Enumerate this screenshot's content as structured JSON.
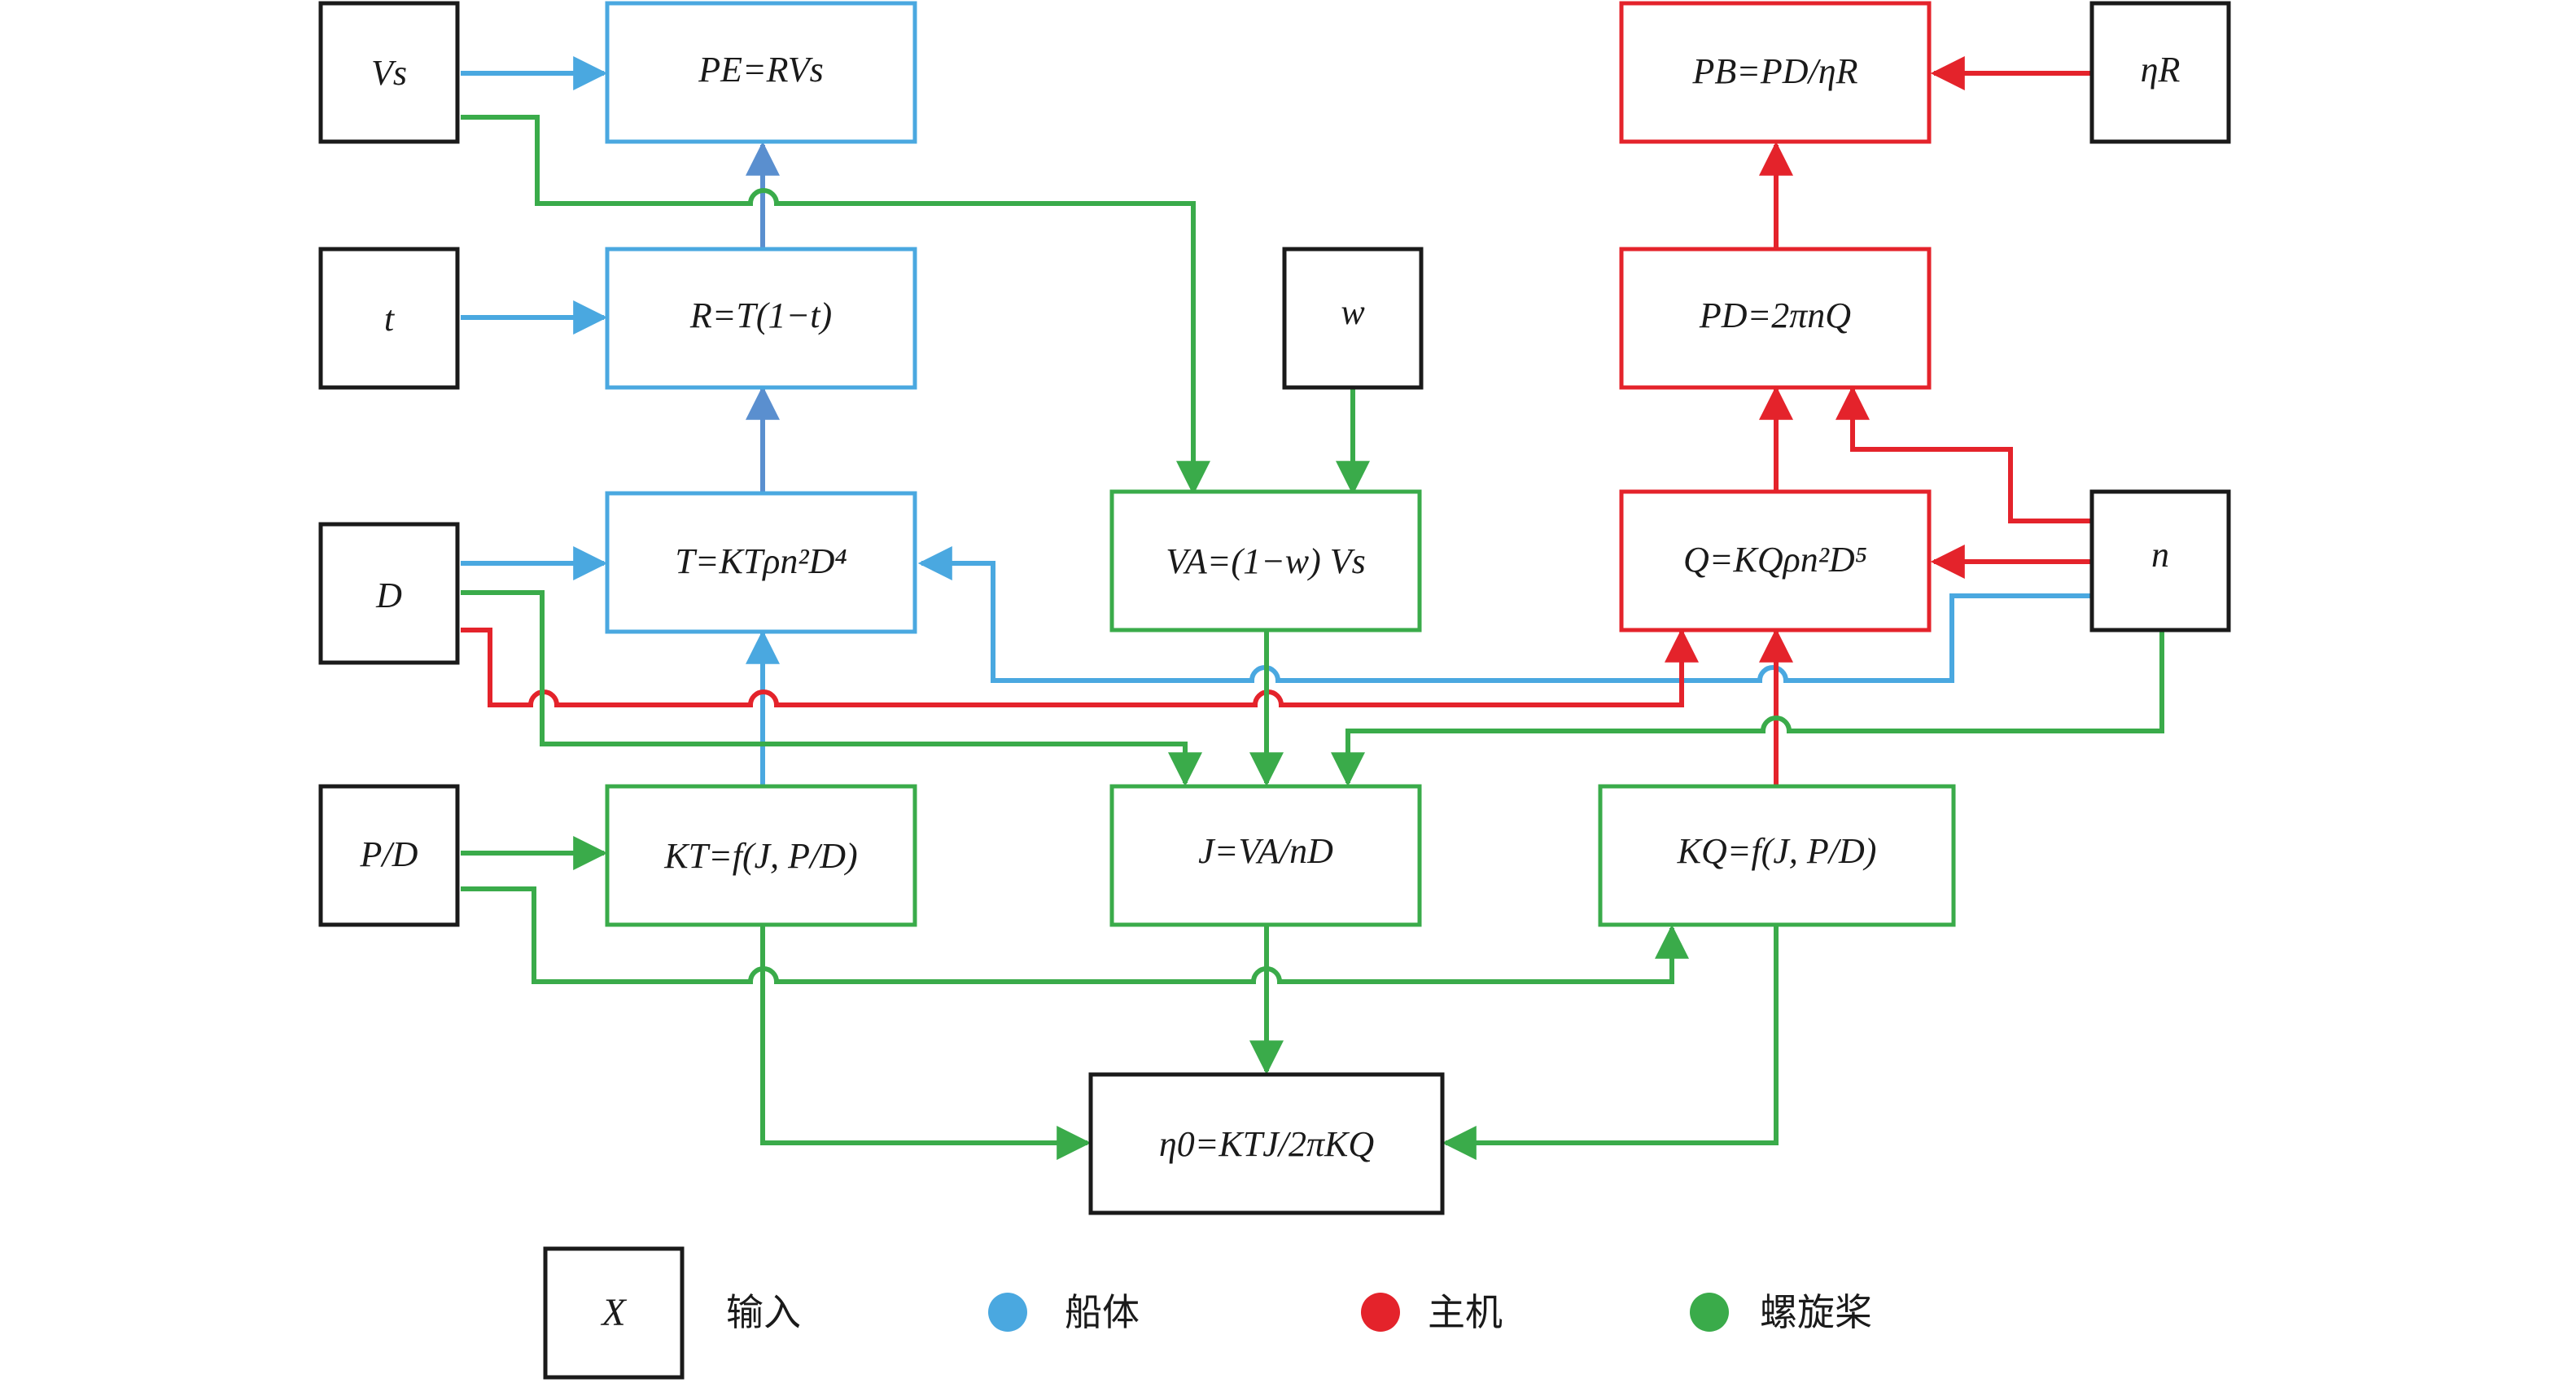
{
  "colors": {
    "hull": "#4aa8e0",
    "engine": "#e4232b",
    "propeller": "#3aab4a",
    "input": "#1a1a1a",
    "arrow_hull_dark": "#5a8fcf"
  },
  "inputs": {
    "vs": "Vs",
    "t": "t",
    "d": "D",
    "pd": "P/D",
    "w": "w",
    "eta_r": "ηR",
    "n": "n"
  },
  "boxes": {
    "pe": "PE=RVs",
    "r": "R=T(1−t)",
    "t_thrust": "T=KTρn²D⁴",
    "kt": "KT=f(J, P/D)",
    "va": "VA=(1−w) Vs",
    "j": "J=VA/nD",
    "pb": "PB=PD/ηR",
    "pdd": "PD=2πnQ",
    "q": "Q=KQρn²D⁵",
    "kq": "KQ=f(J, P/D)",
    "eta0": "η0=KTJ/2πKQ"
  },
  "legend": {
    "input_symbol": "X",
    "input_label": "输入",
    "hull_label": "船体",
    "engine_label": "主机",
    "propeller_label": "螺旋桨"
  }
}
